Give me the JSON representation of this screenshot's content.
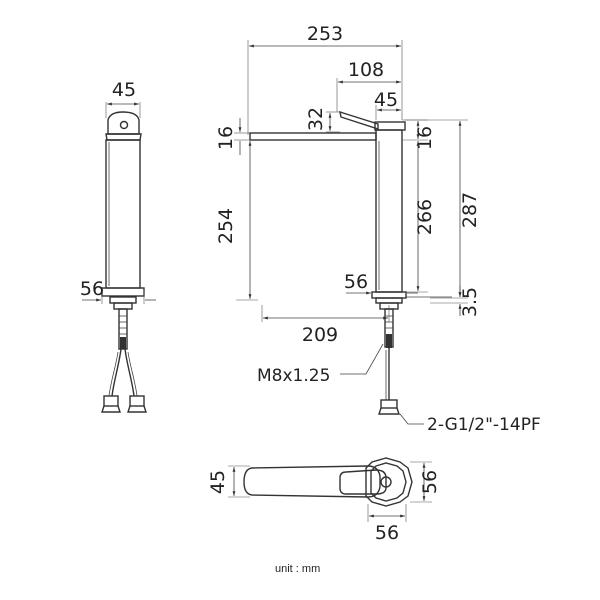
{
  "diagram": {
    "side_view": {
      "width_top": "45",
      "base_width": "56"
    },
    "front_view": {
      "overall_length": "253",
      "handle_length": "108",
      "handle_height": "32",
      "body_width": "45",
      "spout_thickness_left": "16",
      "spout_thickness_right": "16",
      "spout_clearance": "254",
      "body_height": "266",
      "overall_height": "287",
      "base_width": "56",
      "base_thickness": "3.5",
      "reach": "209",
      "thread_label": "M8x1.25",
      "hose_label": "2-G1/2\"-14PF"
    },
    "top_view": {
      "width": "45",
      "flange_width": "56",
      "base_width": "56"
    },
    "unit_label": "unit : mm"
  }
}
